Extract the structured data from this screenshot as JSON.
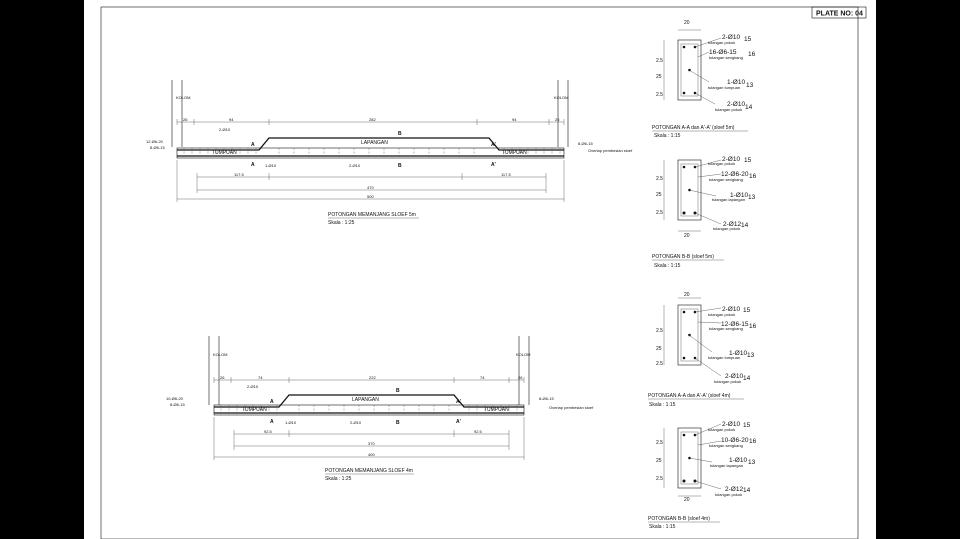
{
  "plate": {
    "label": "PLATE NO: 04"
  },
  "beam5": {
    "kolom_left": "KOLOM",
    "kolom_right": "KOLOM",
    "dims_top": [
      "26",
      "94",
      "282",
      "94",
      "26"
    ],
    "dim_left_a": "117.5",
    "dim_right_a": "117.5",
    "dim_clear": "470",
    "dim_total": "500",
    "tumpuan_left": "TUMPUAN",
    "tumpuan_right": "TUMPUAN",
    "lapangan": "LAPANGAN",
    "left_stirrup_a": "12-Ø6-20",
    "left_stirrup_b": "8-Ø6-15",
    "right_stirrup": "8-Ø6-15",
    "overlap": "Overlap pembesian sloef",
    "bar_top": "2-Ø10",
    "bar_mid": "1-Ø10",
    "bar_bot": "2-Ø10",
    "title": "POTONGAN MEMANJANG SLOEF 5m",
    "scale": "Skala : 1:25"
  },
  "beam4": {
    "kolom_left": "KOLOM",
    "kolom_right": "KOLOM",
    "dims_top": [
      "26",
      "74",
      "222",
      "74",
      "26"
    ],
    "dim_left_a": "92.5",
    "dim_right_a": "92.5",
    "dim_clear": "370",
    "dim_total": "400",
    "tumpuan_left": "TUMPUAN",
    "tumpuan_right": "TUMPUAN",
    "lapangan": "LAPANGAN",
    "left_stirrup_a": "10-Ø6-20",
    "left_stirrup_b": "8-Ø6-15",
    "right_stirrup": "8-Ø6-15",
    "overlap": "Overlap pembesian sloef",
    "bar_top": "2-Ø10",
    "bar_mid": "1-Ø10",
    "bar_bot": "2-Ø10",
    "title": "POTONGAN MEMANJANG SLOEF 4m",
    "scale": "Skala : 1:25"
  },
  "sections": [
    {
      "width": "20",
      "height_dims": [
        "2.5",
        "25",
        "2.5"
      ],
      "top_bar": "2-Ø10",
      "top_bar_sub": "tulangan pokok",
      "top_tag": "15",
      "stirrup": "16-Ø6-15",
      "stirrup_sub": "tulangan sengkang",
      "stirrup_tag": "16",
      "mid_bar": "1-Ø10",
      "mid_bar_sub": "tulangan tumpuan",
      "mid_tag": "13",
      "bot_bar": "2-Ø10",
      "bot_bar_sub": "tulangan pokok",
      "bot_tag": "14",
      "title": "POTONGAN A-A dan A'-A' (sloef 5m)",
      "scale": "Skala : 1:15"
    },
    {
      "width": "20",
      "height_dims": [
        "2.5",
        "25",
        "2.5"
      ],
      "top_bar": "2-Ø10",
      "top_bar_sub": "tulangan pokok",
      "top_tag": "15",
      "stirrup": "12-Ø6-20",
      "stirrup_sub": "tulangan sengkang",
      "stirrup_tag": "16",
      "mid_bar": "1-Ø10",
      "mid_bar_sub": "tulangan lapangan",
      "mid_tag": "13",
      "bot_bar": "2-Ø12",
      "bot_bar_sub": "tulangan pokok",
      "bot_tag": "14",
      "title": "POTONGAN B-B (sloef 5m)",
      "scale": "Skala : 1:15"
    },
    {
      "width": "20",
      "height_dims": [
        "2.5",
        "25",
        "2.5"
      ],
      "top_bar": "2-Ø10",
      "top_bar_sub": "tulangan pokok",
      "top_tag": "15",
      "stirrup": "12-Ø6-15",
      "stirrup_sub": "tulangan sengkang",
      "stirrup_tag": "16",
      "mid_bar": "1-Ø10",
      "mid_bar_sub": "tulangan tumpuan",
      "mid_tag": "13",
      "bot_bar": "2-Ø10",
      "bot_bar_sub": "tulangan pokok",
      "bot_tag": "14",
      "title": "POTONGAN A-A dan A'-A' (sloef 4m)",
      "scale": "Skala : 1:15"
    },
    {
      "width": "20",
      "height_dims": [
        "2.5",
        "25",
        "2.5"
      ],
      "top_bar": "2-Ø10",
      "top_bar_sub": "tulangan pokok",
      "top_tag": "15",
      "stirrup": "10-Ø6-20",
      "stirrup_sub": "tulangan sengkang",
      "stirrup_tag": "16",
      "mid_bar": "1-Ø10",
      "mid_bar_sub": "tulangan lapangan",
      "mid_tag": "13",
      "bot_bar": "2-Ø12",
      "bot_bar_sub": "tulangan pokok",
      "bot_tag": "14",
      "title": "POTONGAN B-B (sloef 4m)",
      "scale": "Skala : 1:15"
    }
  ]
}
